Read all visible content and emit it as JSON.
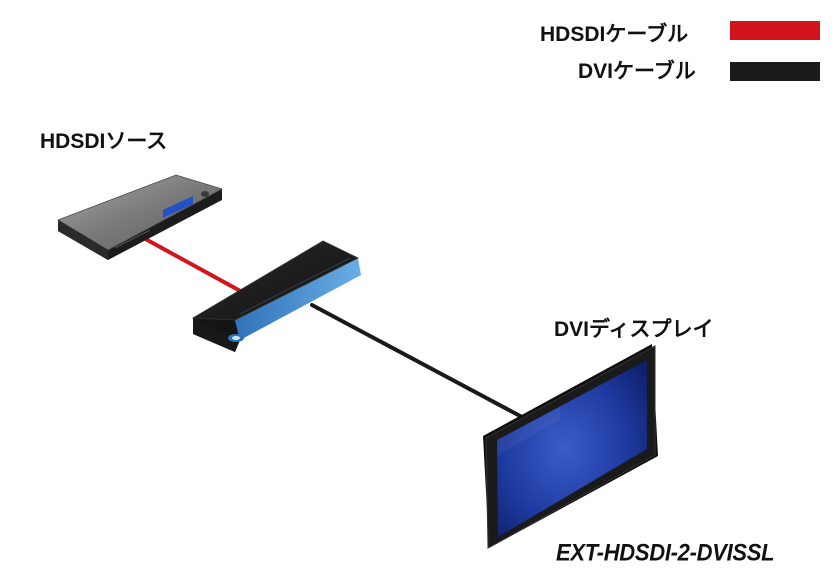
{
  "legend": {
    "items": [
      {
        "label": "HDSDIケーブル",
        "color": "#d2141c"
      },
      {
        "label": "DVIケーブル",
        "color": "#1a1a1a"
      }
    ]
  },
  "devices": {
    "source_label": "HDSDIソース",
    "display_label": "DVIディスプレイ"
  },
  "model_name": "EXT-HDSDI-2-DVISSL",
  "colors": {
    "hdsdi_cable": "#d2141c",
    "dvi_cable": "#1a1a1a",
    "extender_accent": "#4a90d0",
    "screen_blue": "#1e3aa0"
  }
}
